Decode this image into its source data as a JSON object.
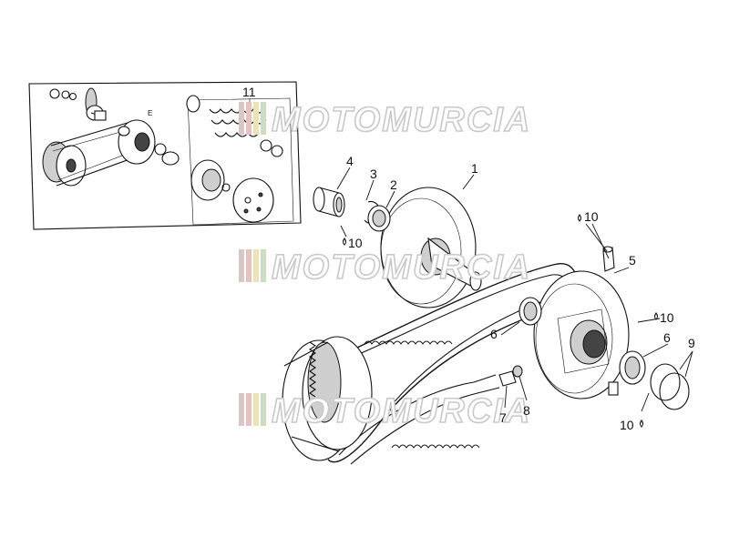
{
  "watermark": {
    "text": "MOTOMURCIA",
    "stripe_colors": [
      "#d8c7c7",
      "#e9c0c0",
      "#efe2b5",
      "#c9dfc0"
    ]
  },
  "callouts": [
    {
      "id": "c1",
      "label": "1"
    },
    {
      "id": "c2",
      "label": "2"
    },
    {
      "id": "c3",
      "label": "3"
    },
    {
      "id": "c4",
      "label": "4"
    },
    {
      "id": "c5",
      "label": "5"
    },
    {
      "id": "c6a",
      "label": "6"
    },
    {
      "id": "c6b",
      "label": "6"
    },
    {
      "id": "c7",
      "label": "7"
    },
    {
      "id": "c8",
      "label": "8"
    },
    {
      "id": "c9",
      "label": "9"
    },
    {
      "id": "c10a",
      "label": "10"
    },
    {
      "id": "c10b",
      "label": "10"
    },
    {
      "id": "c10c",
      "label": "10"
    },
    {
      "id": "c10d",
      "label": "10"
    },
    {
      "id": "c11",
      "label": "11"
    }
  ],
  "inset": {
    "label": "E"
  }
}
